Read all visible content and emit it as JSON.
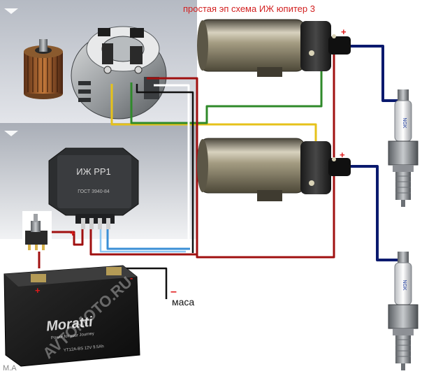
{
  "diagram": {
    "title": "простая эп схема ИЖ юпитер 3",
    "ground_label": "маса",
    "ground_sign": "–",
    "author_mark": "M.A",
    "regulator_label": "ИЖ РР1",
    "regulator_small_text": "ГОСТ 3940-84",
    "battery_brand": "Moratti",
    "battery_tagline": "Power for your Journey",
    "battery_model": "YT12A-BS   12V  9.5Ah",
    "watermark": "AVTOMOTO.RU",
    "spark_plug_brand": "NGK",
    "plus_sign": "+",
    "minus_sign": "-"
  },
  "colors": {
    "wire_red": "#a01010",
    "wire_navy": "#0a1a6e",
    "wire_green": "#2f8a2a",
    "wire_yellow": "#e6c21a",
    "wire_black": "#111111",
    "wire_blue": "#3b8fd6",
    "plus_red": "#e01a1a",
    "title_red": "#d22020",
    "panel_gray": "#c9ccd3"
  }
}
